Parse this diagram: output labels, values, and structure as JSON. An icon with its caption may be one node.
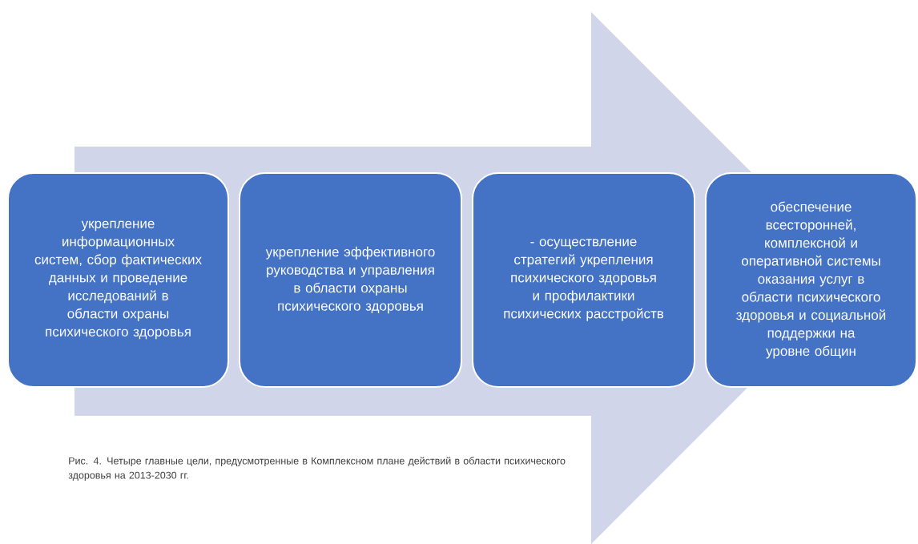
{
  "diagram": {
    "caption": "Рис. 4. Четыре главные цели, предусмотренные в Комплексном плане действий в области психического здоровья на 2013-2030 гг.",
    "nodes": [
      {
        "text": [
          "укрепление информационных систем, сбор фактических данных и проведение исследований в области охраны психического здоровья"
        ]
      },
      {
        "text": [
          "укрепление эффективного руководства и управления в области охраны психического здоровья"
        ]
      },
      {
        "text": [
          "- осуществление стратегий укрепления психического здоровья и профилактики психических расстройств"
        ]
      },
      {
        "text": [
          "обеспечение всесторонней, комплексной и оперативной системы оказания услуг в области психического здоровья и социальной поддержки на уровне общин"
        ]
      }
    ],
    "edges": [
      {
        "from": 0,
        "to": 3,
        "arrow": "to"
      }
    ]
  }
}
